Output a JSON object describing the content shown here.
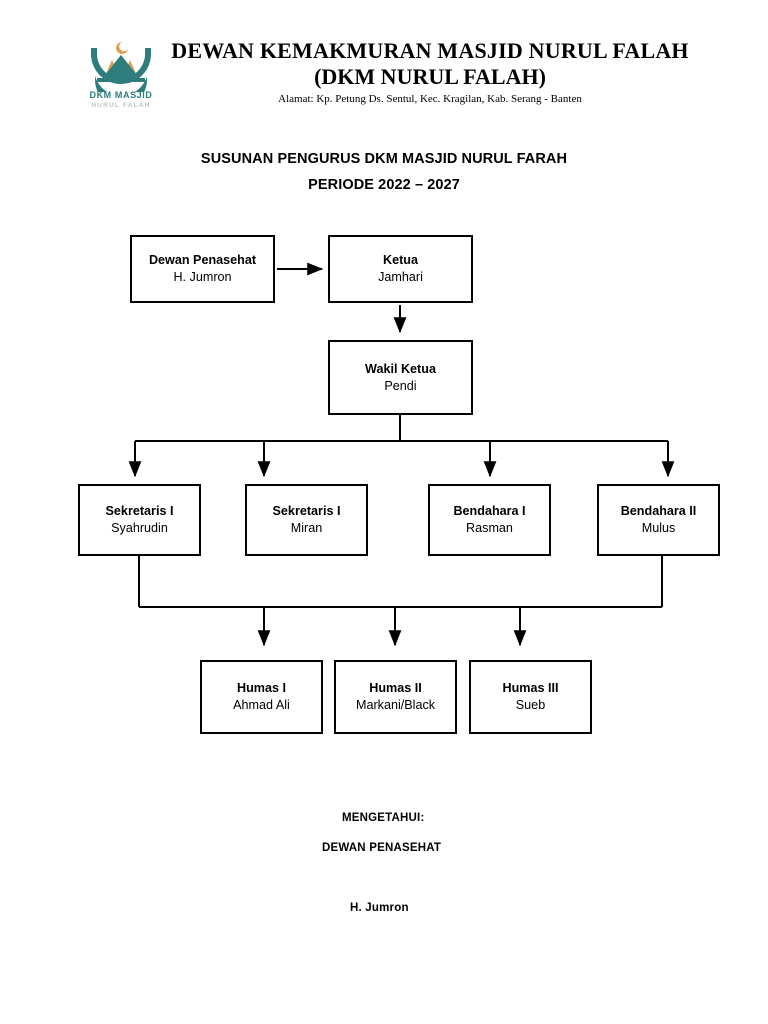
{
  "letterhead": {
    "logo": {
      "icon": "mosque-dome-crescent-logo",
      "text_primary": "DKM MASJID",
      "text_secondary": "NURUL FALAH",
      "color_teal": "#2e7c7c",
      "color_orange": "#e0a054",
      "color_muted": "#b9c4c4"
    },
    "title_line1": "DEWAN KEMAKMURAN MASJID NURUL FALAH",
    "title_line2": "(DKM NURUL FALAH)",
    "address": "Alamat: Kp. Petung Ds. Sentul, Kec. Kragilan, Kab. Serang - Banten"
  },
  "heading": {
    "line1": "SUSUNAN PENGURUS DKM MASJID NURUL FARAH",
    "line2": "PERIODE  2022 – 2027"
  },
  "chart_data": {
    "type": "diagram",
    "title": "SUSUNAN PENGURUS DKM MASJID NURUL FARAH",
    "subtitle": "PERIODE  2022 – 2027",
    "nodes": [
      {
        "id": "penasehat",
        "role": "Dewan Penasehat",
        "person": "H. Jumron",
        "level": 0
      },
      {
        "id": "ketua",
        "role": "Ketua",
        "person": "Jamhari",
        "level": 0
      },
      {
        "id": "wakil",
        "role": "Wakil Ketua",
        "person": "Pendi",
        "level": 1
      },
      {
        "id": "sekretaris1",
        "role": "Sekretaris I",
        "person": "Syahrudin",
        "level": 2
      },
      {
        "id": "sekretaris2",
        "role": "Sekretaris I",
        "person": "Miran",
        "level": 2
      },
      {
        "id": "bendahara1",
        "role": "Bendahara I",
        "person": "Rasman",
        "level": 2
      },
      {
        "id": "bendahara2",
        "role": "Bendahara II",
        "person": "Mulus",
        "level": 2
      },
      {
        "id": "humas1",
        "role": "Humas I",
        "person": "Ahmad Ali",
        "level": 3
      },
      {
        "id": "humas2",
        "role": "Humas II",
        "person": "Markani/Black",
        "level": 3
      },
      {
        "id": "humas3",
        "role": "Humas III",
        "person": "Sueb",
        "level": 3
      }
    ],
    "edges": [
      {
        "from": "penasehat",
        "to": "ketua",
        "style": "arrow-right"
      },
      {
        "from": "ketua",
        "to": "wakil",
        "style": "arrow-down"
      },
      {
        "from": "wakil",
        "to": "sekretaris1",
        "style": "bus-down"
      },
      {
        "from": "wakil",
        "to": "sekretaris2",
        "style": "bus-down"
      },
      {
        "from": "wakil",
        "to": "bendahara1",
        "style": "bus-down"
      },
      {
        "from": "wakil",
        "to": "bendahara2",
        "style": "bus-down"
      },
      {
        "from": "sekretaris1",
        "to": "humas1",
        "style": "bus-down"
      },
      {
        "from": "sekretaris1",
        "to": "humas2",
        "style": "bus-down"
      },
      {
        "from": "sekretaris1",
        "to": "humas3",
        "style": "bus-down"
      }
    ],
    "line_color": "#000000",
    "box_fill": "#ffffff"
  },
  "footer": {
    "acknowledge": "MENGETAHUI:",
    "role": "DEWAN PENASEHAT",
    "name": "H. Jumron"
  }
}
